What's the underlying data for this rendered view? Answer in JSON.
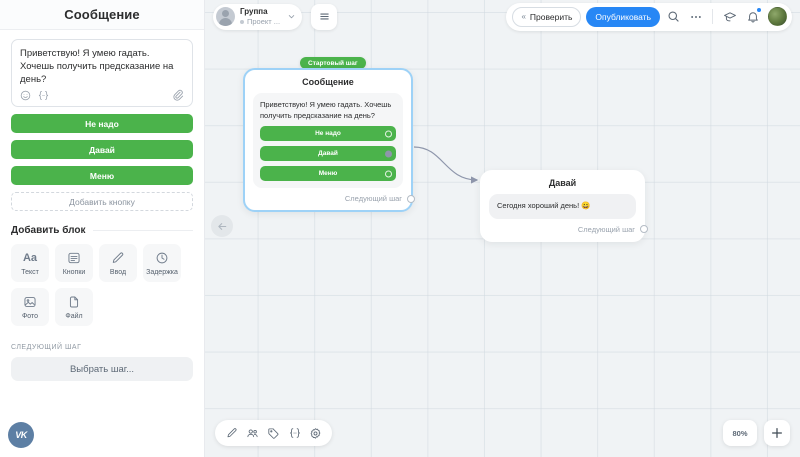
{
  "sidebar": {
    "title": "Сообщение",
    "message": {
      "text": "Приветствую! Я умею гадать. Хочешь получить предсказание на день?",
      "tools": [
        "emoji-icon",
        "variable-icon",
        "attach-icon"
      ]
    },
    "buttons": [
      {
        "label": "Не надо"
      },
      {
        "label": "Давай"
      },
      {
        "label": "Меню"
      }
    ],
    "add_button_label": "Добавить кнопку",
    "add_block_label": "Добавить блок",
    "blocks": [
      {
        "label": "Текст",
        "icon": "text-icon",
        "glyph": "Aa"
      },
      {
        "label": "Кнопки",
        "icon": "buttons-icon"
      },
      {
        "label": "Ввод",
        "icon": "input-pencil-icon"
      },
      {
        "label": "Задержка",
        "icon": "clock-icon"
      },
      {
        "label": "Фото",
        "icon": "photo-icon"
      },
      {
        "label": "Файл",
        "icon": "file-icon"
      }
    ],
    "next_step_label": "СЛЕДУЮЩИЙ ШАГ",
    "next_step_placeholder": "Выбрать шаг...",
    "brand_badge": "VK"
  },
  "topbar": {
    "group": {
      "name": "Группа",
      "subtitle": "Проект ...",
      "chevron": "chevron-down-icon"
    },
    "menu_icon": "hamburger-icon",
    "check_label": "Проверить",
    "publish_label": "Опубликовать",
    "icons": [
      "search-icon",
      "more-icon",
      "graduation-cap-icon",
      "bell-icon"
    ],
    "avatar": "user-avatar"
  },
  "canvas": {
    "back_icon": "arrow-left-icon",
    "start_badge": "Стартовый шаг",
    "nodes": [
      {
        "title": "Сообщение",
        "message": "Приветствую! Я умею гадать. Хочешь получить предсказание на день?",
        "buttons": [
          {
            "label": "Не надо",
            "connected": false
          },
          {
            "label": "Давай",
            "connected": true
          },
          {
            "label": "Меню",
            "connected": false
          }
        ],
        "footer": "Следующий шаг"
      },
      {
        "title": "Давай",
        "message": "Сегодня хороший день! 😀",
        "buttons": [],
        "footer": "Следующий шаг"
      }
    ],
    "tools": [
      "pencil-icon",
      "users-icon",
      "tag-icon",
      "variable-icon",
      "gear-icon"
    ],
    "zoom_level": "80%",
    "zoom_in_icon": "plus-icon"
  },
  "colors": {
    "green": "#4bb34b",
    "blue": "#2787f5",
    "node_border": "#9ed2f7",
    "canvas_bg": "#f0f3f5",
    "vk_badge": "#5d7fa4"
  }
}
